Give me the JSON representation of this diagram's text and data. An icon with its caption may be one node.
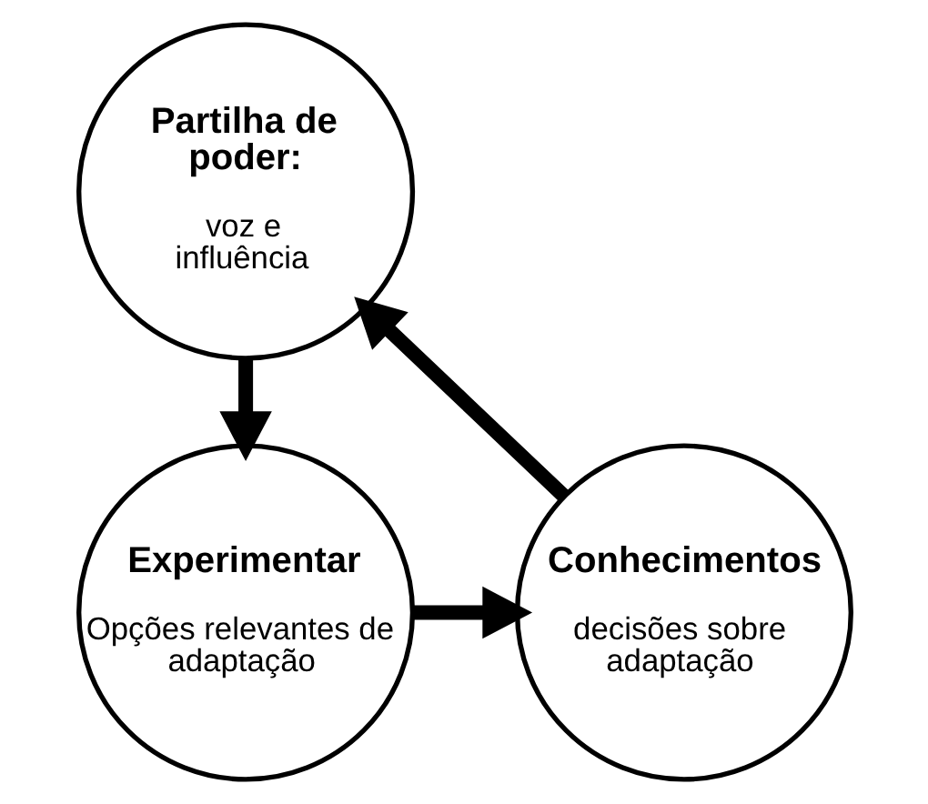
{
  "diagram": {
    "nodes": [
      {
        "text": [
          "Partilha de poder:",
          "voz e influência"
        ]
      },
      {
        "text": [
          "Experimentar",
          "Opções relevantes de adaptação"
        ]
      },
      {
        "text": [
          "Conhecimentos",
          "decisões sobre adaptação"
        ]
      }
    ],
    "edges": [
      {
        "from": 0,
        "to": 1,
        "arrow": "to"
      },
      {
        "from": 1,
        "to": 2,
        "arrow": "to"
      },
      {
        "from": 2,
        "to": 0,
        "arrow": "to"
      }
    ]
  }
}
